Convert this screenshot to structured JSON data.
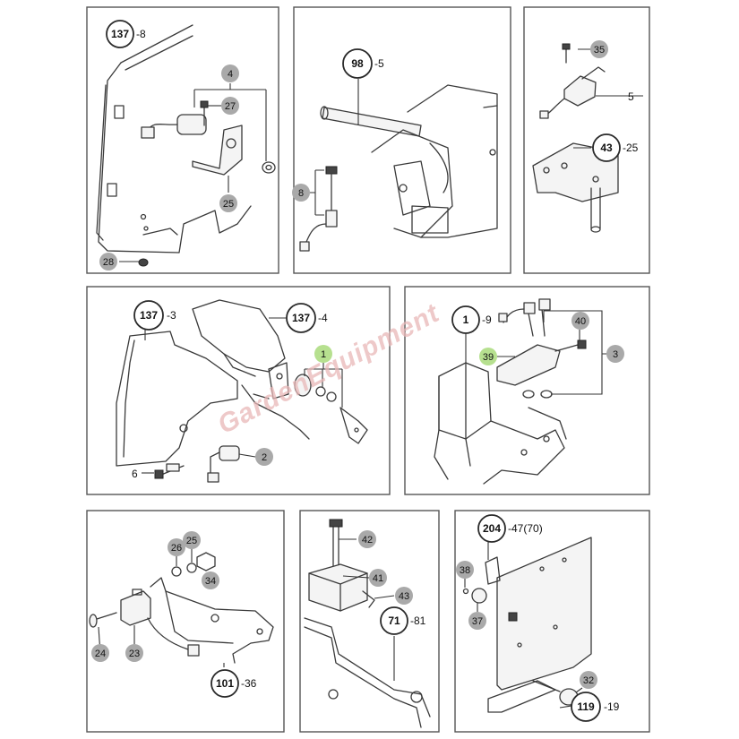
{
  "watermark": {
    "text": "GardenEquipment",
    "color": "#e9b8b8"
  },
  "colors": {
    "callout_fill": "#a9a9a9",
    "callout_highlight": "#b6e08f",
    "frame": "#555555"
  },
  "panels": [
    {
      "id": "p1",
      "refs": [
        {
          "num": "137",
          "suffix": "-8"
        }
      ],
      "callouts": [
        {
          "num": "4"
        },
        {
          "num": "27"
        },
        {
          "num": "25"
        },
        {
          "num": "28"
        }
      ]
    },
    {
      "id": "p2",
      "refs": [
        {
          "num": "98",
          "suffix": "-5"
        }
      ],
      "callouts": [
        {
          "num": "8"
        }
      ]
    },
    {
      "id": "p3",
      "refs": [
        {
          "num": "43",
          "suffix": "-25"
        }
      ],
      "callouts": [
        {
          "num": "35"
        }
      ],
      "plain": [
        {
          "num": "5"
        }
      ]
    },
    {
      "id": "p4",
      "refs": [
        {
          "num": "137",
          "suffix": "-3"
        },
        {
          "num": "137",
          "suffix": "-4"
        }
      ],
      "callouts": [
        {
          "num": "1",
          "highlight": true
        },
        {
          "num": "2"
        }
      ],
      "plain": [
        {
          "num": "6"
        }
      ]
    },
    {
      "id": "p5",
      "refs": [
        {
          "num": "1",
          "suffix": "-9"
        }
      ],
      "callouts": [
        {
          "num": "40"
        },
        {
          "num": "39",
          "highlight": true
        },
        {
          "num": "3"
        }
      ]
    },
    {
      "id": "p6",
      "refs": [
        {
          "num": "101",
          "suffix": "-36"
        }
      ],
      "callouts": [
        {
          "num": "26"
        },
        {
          "num": "25"
        },
        {
          "num": "34"
        },
        {
          "num": "24"
        },
        {
          "num": "23"
        }
      ]
    },
    {
      "id": "p7",
      "refs": [
        {
          "num": "71",
          "suffix": "-81"
        }
      ],
      "callouts": [
        {
          "num": "42"
        },
        {
          "num": "41"
        },
        {
          "num": "43"
        }
      ]
    },
    {
      "id": "p8",
      "refs": [
        {
          "num": "204",
          "suffix": "-47(70)"
        },
        {
          "num": "119",
          "suffix": "-19"
        }
      ],
      "callouts": [
        {
          "num": "38"
        },
        {
          "num": "37"
        },
        {
          "num": "32"
        }
      ]
    }
  ]
}
